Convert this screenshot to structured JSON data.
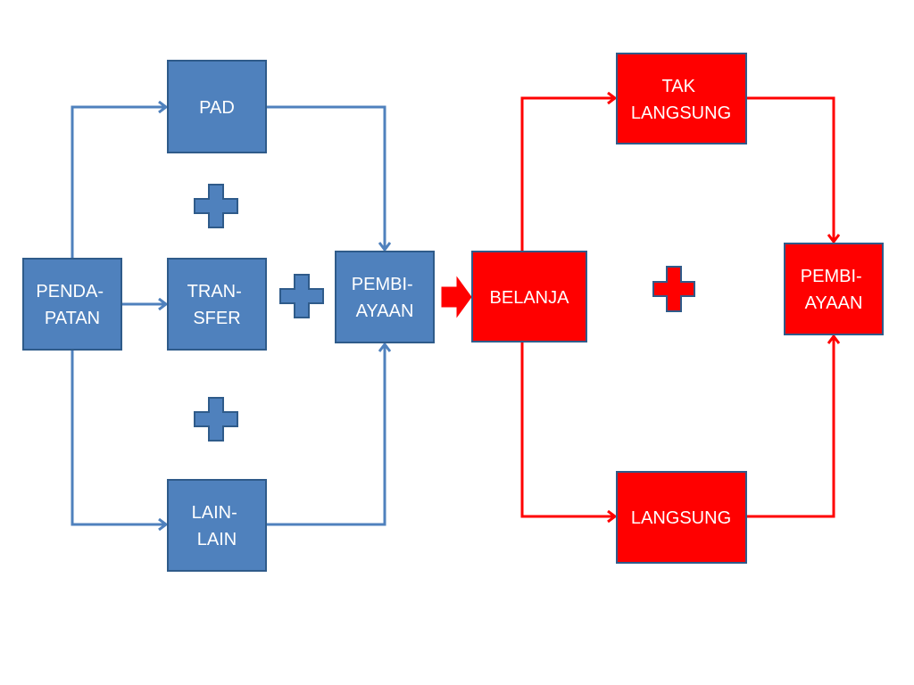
{
  "colors": {
    "blue_fill": "#4f81bd",
    "blue_stroke": "#2f5b8a",
    "blue_line": "#4f81bd",
    "red_fill": "#ff0000",
    "red_stroke": "#2f5b8a",
    "red_line": "#ff0000",
    "text": "#ffffff",
    "background": "#ffffff"
  },
  "nodes": {
    "pad": {
      "lines": [
        "PAD"
      ]
    },
    "pendapatan": {
      "lines": [
        "PENDA-",
        "PATAN"
      ]
    },
    "transfer": {
      "lines": [
        "TRAN-",
        "SFER"
      ]
    },
    "lain_lain": {
      "lines": [
        "LAIN-",
        "LAIN"
      ]
    },
    "pembiayaan_left": {
      "lines": [
        "PEMBI-",
        "AYAAN"
      ]
    },
    "belanja": {
      "lines": [
        "BELANJA"
      ]
    },
    "tak_langsung": {
      "lines": [
        "TAK",
        "LANGSUNG"
      ]
    },
    "langsung": {
      "lines": [
        "LANGSUNG"
      ]
    },
    "pembiayaan_right": {
      "lines": [
        "PEMBI-",
        "AYAAN"
      ]
    }
  },
  "operators": {
    "plus_symbol_name": "plus-icon",
    "arrow_symbol_name": "block-arrow-right-icon"
  }
}
